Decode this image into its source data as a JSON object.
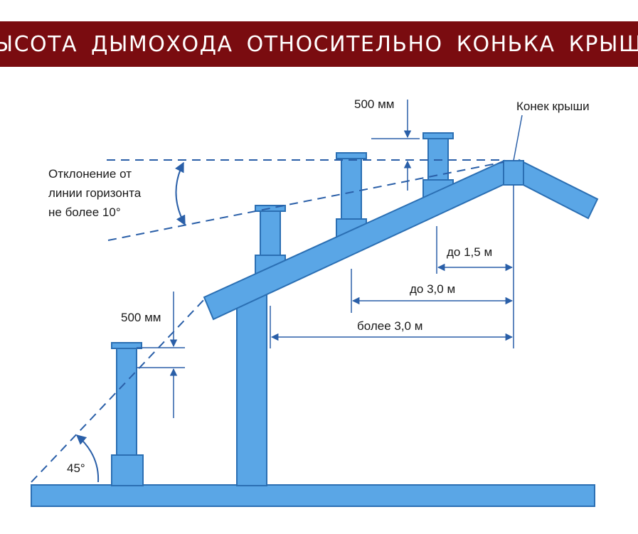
{
  "title": "ВЫСОТА ДЫМОХОДА ОТНОСИТЕЛЬНО КОНЬКА КРЫШИ",
  "colors": {
    "title_bg": "#7a0c10",
    "structure_fill": "#5aa6e6",
    "structure_stroke": "#2b6fb3",
    "dimension_line": "#2a5fa8"
  },
  "labels": {
    "ridge": "Конек крыши",
    "deviation_line1": "Отклонение от",
    "deviation_line2": "линии горизонта",
    "deviation_line3": "не более 10°",
    "top_offset": "500 мм",
    "left_offset": "500 мм",
    "dist_1_5": "до 1,5 м",
    "dist_3_0": "до 3,0 м",
    "dist_more_3_0": "более 3,0 м",
    "angle_45": "45°"
  }
}
